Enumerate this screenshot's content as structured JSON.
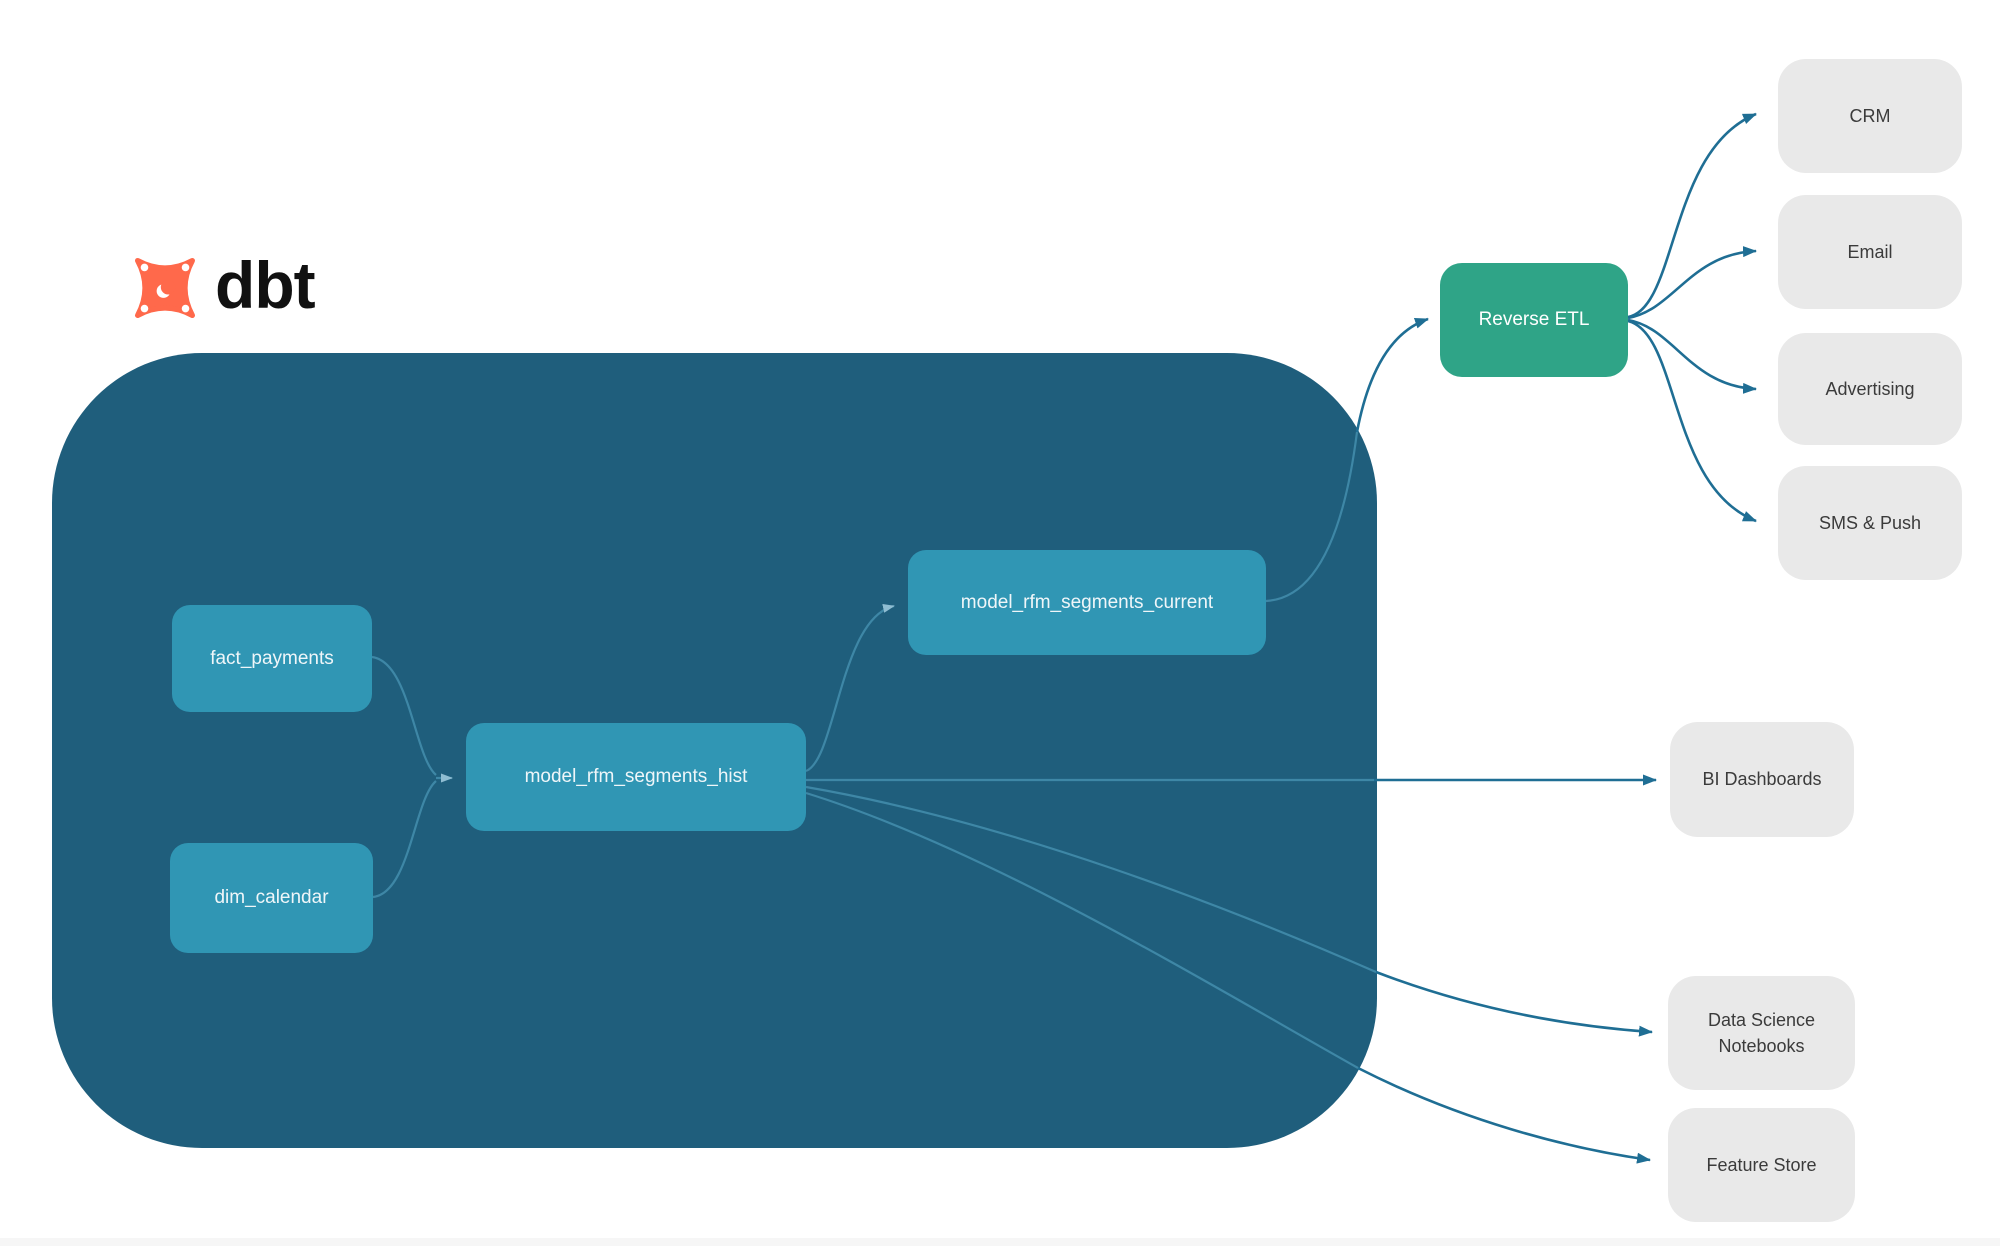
{
  "logo": {
    "text": "dbt"
  },
  "colors": {
    "container_bg": "#1F5E7C",
    "model_node_bg": "#3096B4",
    "etl_node_bg": "#2FA487",
    "dest_node_bg": "#E9E9E9",
    "dest_text": "#3B3B3B",
    "node_text": "#EFF6F9",
    "edge": "#1F6E94",
    "edge_inside": "#3E87A6",
    "arrow_soft": "#8FBDD2",
    "logo_orange": "#FF694B",
    "logo_text": "#111111"
  },
  "container_nodes": [
    {
      "id": "fact_payments",
      "label": "fact_payments"
    },
    {
      "id": "dim_calendar",
      "label": "dim_calendar"
    },
    {
      "id": "model_rfm_segments_hist",
      "label": "model_rfm_segments_hist"
    },
    {
      "id": "model_rfm_segments_current",
      "label": "model_rfm_segments_current"
    }
  ],
  "activation": {
    "label": "Reverse ETL"
  },
  "destinations": [
    {
      "label": "CRM"
    },
    {
      "label": "Email"
    },
    {
      "label": "Advertising"
    },
    {
      "label": "SMS & Push"
    }
  ],
  "consumers": [
    {
      "label": "BI Dashboards"
    },
    {
      "label": "Data Science Notebooks"
    },
    {
      "label": "Feature Store"
    }
  ],
  "edges": [
    {
      "from": "fact_payments",
      "to": "model_rfm_segments_hist"
    },
    {
      "from": "dim_calendar",
      "to": "model_rfm_segments_hist"
    },
    {
      "from": "model_rfm_segments_hist",
      "to": "model_rfm_segments_current"
    },
    {
      "from": "model_rfm_segments_current",
      "to": "Reverse ETL"
    },
    {
      "from": "Reverse ETL",
      "to": "CRM"
    },
    {
      "from": "Reverse ETL",
      "to": "Email"
    },
    {
      "from": "Reverse ETL",
      "to": "Advertising"
    },
    {
      "from": "Reverse ETL",
      "to": "SMS & Push"
    },
    {
      "from": "model_rfm_segments_hist",
      "to": "BI Dashboards"
    },
    {
      "from": "model_rfm_segments_hist",
      "to": "Data Science Notebooks"
    },
    {
      "from": "model_rfm_segments_hist",
      "to": "Feature Store"
    }
  ]
}
